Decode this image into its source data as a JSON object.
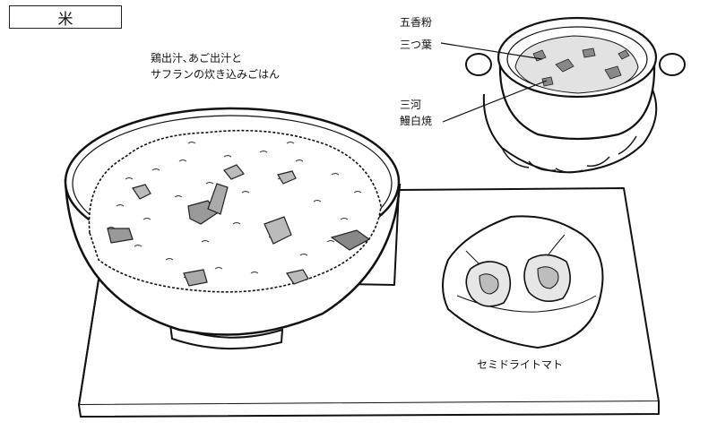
{
  "title": "米",
  "dish": {
    "name_line1": "鶏出汁､あご出汁と",
    "name_line2": "サフランの炊き込みごはん"
  },
  "pot_labels": {
    "spice": "五香粉",
    "mitsuba": "三つ葉",
    "eel_line1": "三河",
    "eel_line2": "鰻白焼"
  },
  "side_label": "セミドライトマト",
  "icons": [
    "rice-bowl",
    "clay-pot",
    "wooden-tray",
    "leaf-plate",
    "tomato"
  ]
}
